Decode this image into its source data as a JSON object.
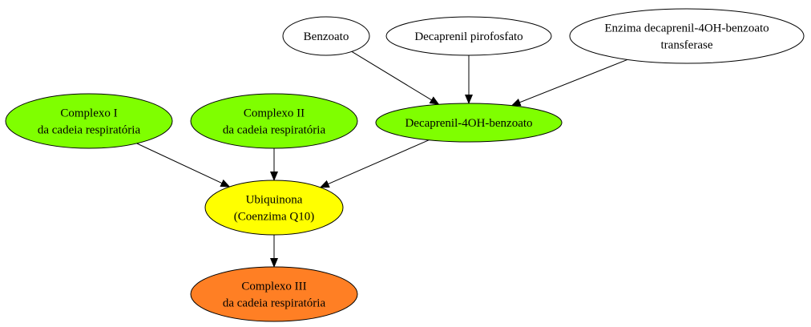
{
  "graph": {
    "colors": {
      "white": "#ffffff",
      "green": "#7fff00",
      "yellow": "#ffff00",
      "orange": "#ff7f24",
      "edge": "#000000"
    },
    "nodes": {
      "benzoato": {
        "lines": [
          "Benzoato"
        ],
        "fill": "#ffffff"
      },
      "decaprenil_pirofosfato": {
        "lines": [
          "Decaprenil pirofosfato"
        ],
        "fill": "#ffffff"
      },
      "enzima": {
        "lines": [
          "Enzima decaprenil-4OH-benzoato",
          "transferase"
        ],
        "fill": "#ffffff"
      },
      "complexo_i": {
        "lines": [
          "Complexo I",
          "da cadeia respiratória"
        ],
        "fill": "#7fff00"
      },
      "complexo_ii": {
        "lines": [
          "Complexo II",
          "da cadeia respiratória"
        ],
        "fill": "#7fff00"
      },
      "decaprenil_4oh": {
        "lines": [
          "Decaprenil-4OH-benzoato"
        ],
        "fill": "#7fff00"
      },
      "ubiquinona": {
        "lines": [
          "Ubiquinona",
          "(Coenzima Q10)"
        ],
        "fill": "#ffff00"
      },
      "complexo_iii": {
        "lines": [
          "Complexo III",
          "da cadeia respiratória"
        ],
        "fill": "#ff7f24"
      }
    },
    "edges": [
      {
        "from": "benzoato",
        "to": "decaprenil_4oh"
      },
      {
        "from": "decaprenil_pirofosfato",
        "to": "decaprenil_4oh"
      },
      {
        "from": "enzima",
        "to": "decaprenil_4oh"
      },
      {
        "from": "complexo_i",
        "to": "ubiquinona"
      },
      {
        "from": "complexo_ii",
        "to": "ubiquinona"
      },
      {
        "from": "decaprenil_4oh",
        "to": "ubiquinona"
      },
      {
        "from": "ubiquinona",
        "to": "complexo_iii"
      }
    ]
  }
}
